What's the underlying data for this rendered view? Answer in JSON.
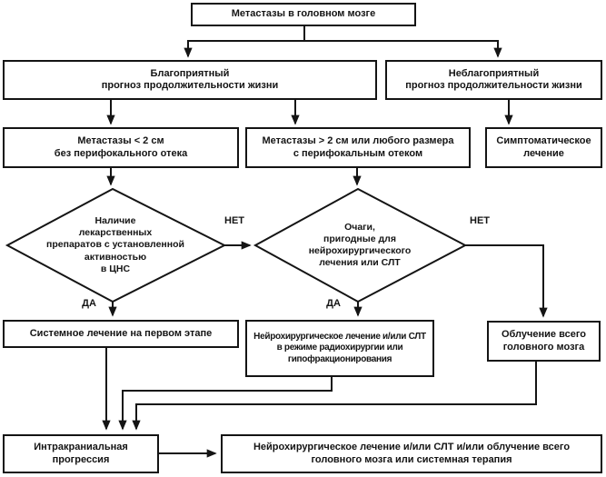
{
  "diagram": {
    "colors": {
      "line": "#141414",
      "text": "#141414",
      "background": "#ffffff"
    },
    "nodes": {
      "root": "Метастазы в головном мозге",
      "favorable": "Благоприятный\nпрогноз продолжительности жизни",
      "unfavorable": "Неблагоприятный\nпрогноз продолжительности жизни",
      "small_mets": "Метастазы < 2 см\nбез перифокального отека",
      "large_mets": "Метастазы > 2 см или любого размера\nс перифокальным отеком",
      "symptomatic": "Симптоматическое\nлечение",
      "drugs_decision": "Наличие\nлекарственных\nпрепаратов с установленной\nактивностью\nв ЦНС",
      "lesions_decision": "Очаги,\nпригодные для\nнейрохирургического\nлечения или СЛТ",
      "systemic": "Системное лечение на первом этапе",
      "neurosurgery": "Нейрохирургическое лечение и/или СЛТ\nв режиме радиохирургии или\nгипофракционирования",
      "wbrt": "Облучение всего\nголовного мозга",
      "progression": "Интракраниальная\nпрогрессия",
      "final": "Нейрохирургическое лечение и/или СЛТ и/или облучение всего\nголовного мозга или системная терапия"
    },
    "decision_labels": {
      "yes": "ДА",
      "no": "НЕТ"
    }
  }
}
